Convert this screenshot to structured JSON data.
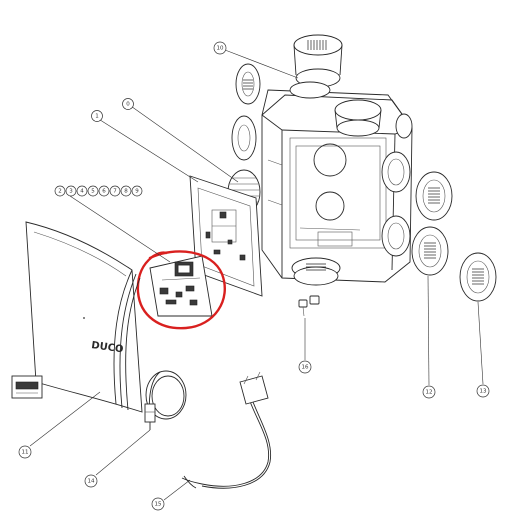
{
  "diagram": {
    "callouts": {
      "c0": "0",
      "c1": "1",
      "c2": "2",
      "c3": "3",
      "c4": "4",
      "c5": "5",
      "c6": "6",
      "c7": "7",
      "c8": "8",
      "c9": "9",
      "c10": "10",
      "c11": "11",
      "c12": "12",
      "c13": "13",
      "c14": "14",
      "c15": "15",
      "c16": "16"
    },
    "front_cover_logo": "DUCO",
    "highlight_color": "#d9201f"
  }
}
